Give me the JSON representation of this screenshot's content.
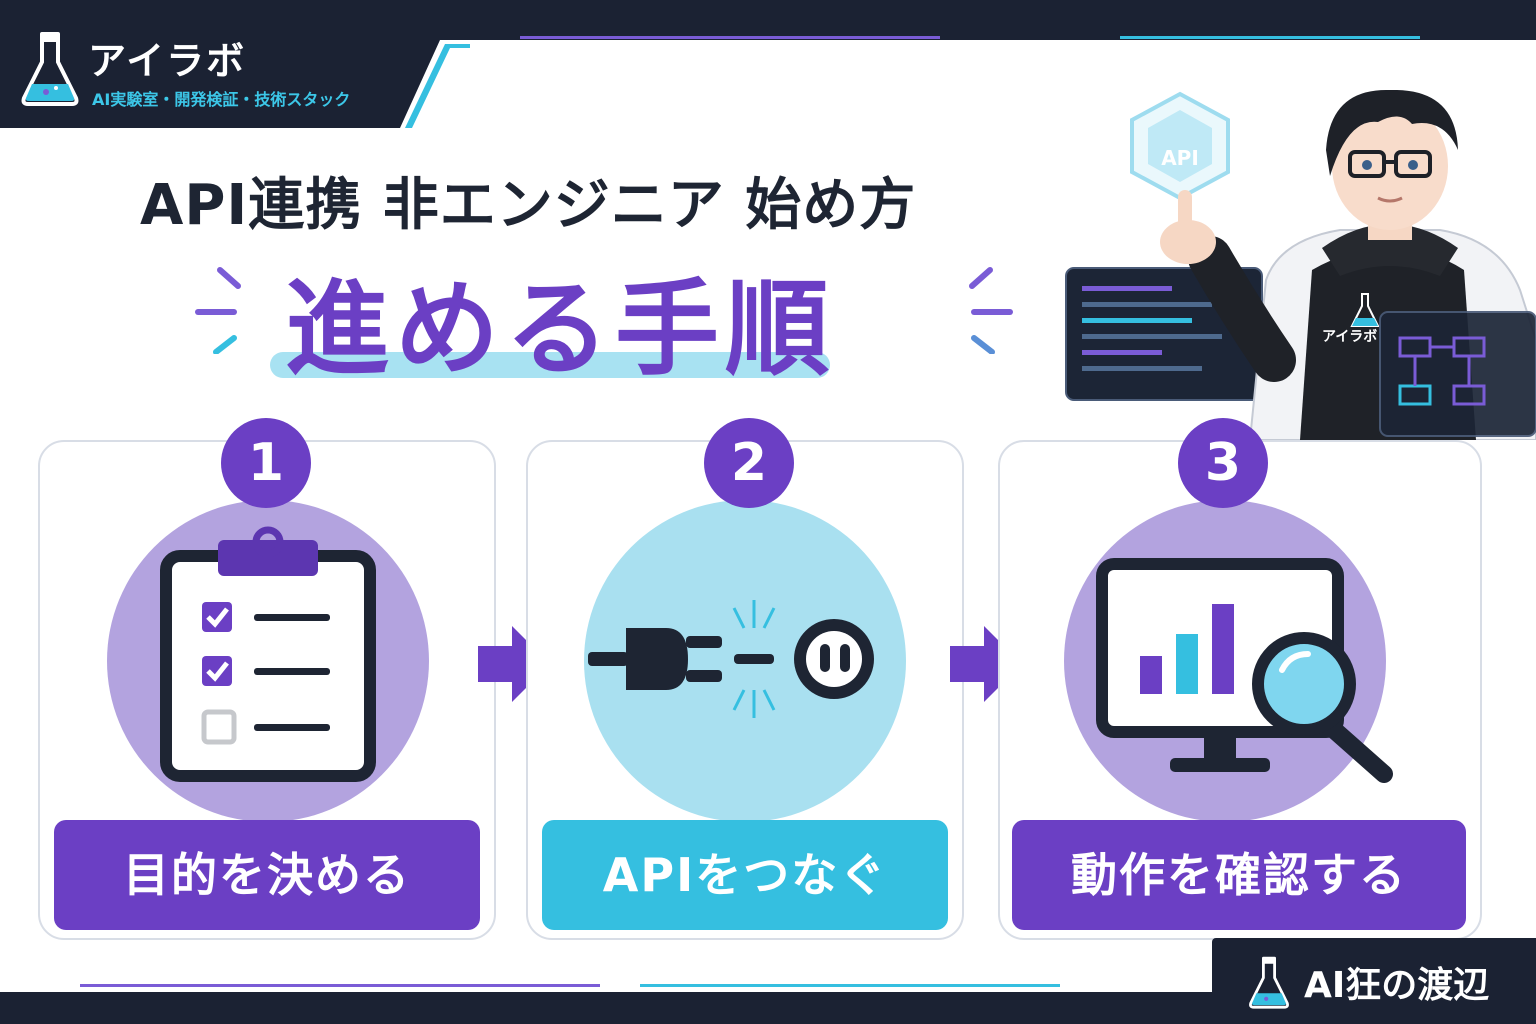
{
  "brand": {
    "name": "アイラボ",
    "tagline": "AI実験室・開発検証・技術スタック"
  },
  "headline": "API連携 非エンジニア 始め方",
  "subtitle": "進める手順",
  "character": {
    "api_badge": "API",
    "hoodie_logo": "アイラボ"
  },
  "steps": [
    {
      "number": "1",
      "label": "目的を決める",
      "icon": "clipboard-checklist-icon"
    },
    {
      "number": "2",
      "label": "APIをつなぐ",
      "icon": "plug-socket-icon"
    },
    {
      "number": "3",
      "label": "動作を確認する",
      "icon": "monitor-chart-search-icon"
    }
  ],
  "footer": {
    "author": "AI狂の渡辺"
  },
  "colors": {
    "purple": "#6b3fc4",
    "lavender": "#b3a3df",
    "cyan": "#35bfe0",
    "light_cyan": "#a9e0f0",
    "navy": "#1b2233",
    "ink": "#1e2533"
  }
}
